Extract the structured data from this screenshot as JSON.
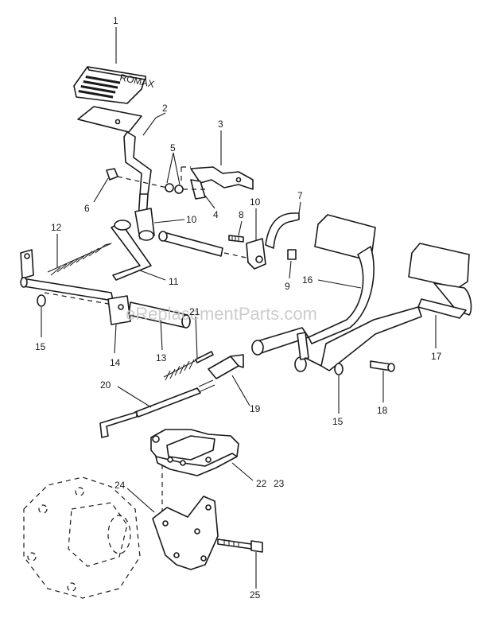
{
  "watermark": "eReplacementParts.com",
  "pad_text": "ROMAX",
  "callouts": [
    {
      "id": "1",
      "label": "1"
    },
    {
      "id": "2",
      "label": "2"
    },
    {
      "id": "3",
      "label": "3"
    },
    {
      "id": "4",
      "label": "4"
    },
    {
      "id": "5",
      "label": "5"
    },
    {
      "id": "6",
      "label": "6"
    },
    {
      "id": "7",
      "label": "7"
    },
    {
      "id": "8",
      "label": "8"
    },
    {
      "id": "9",
      "label": "9"
    },
    {
      "id": "10a",
      "label": "10"
    },
    {
      "id": "10b",
      "label": "10"
    },
    {
      "id": "11",
      "label": "11"
    },
    {
      "id": "12",
      "label": "12"
    },
    {
      "id": "13",
      "label": "13"
    },
    {
      "id": "14",
      "label": "14"
    },
    {
      "id": "15a",
      "label": "15"
    },
    {
      "id": "15b",
      "label": "15"
    },
    {
      "id": "16",
      "label": "16"
    },
    {
      "id": "17",
      "label": "17"
    },
    {
      "id": "18",
      "label": "18"
    },
    {
      "id": "19",
      "label": "19"
    },
    {
      "id": "20",
      "label": "20"
    },
    {
      "id": "21",
      "label": "21"
    },
    {
      "id": "22",
      "label": "22"
    },
    {
      "id": "23",
      "label": "23"
    },
    {
      "id": "24",
      "label": "24"
    },
    {
      "id": "25",
      "label": "25"
    }
  ]
}
